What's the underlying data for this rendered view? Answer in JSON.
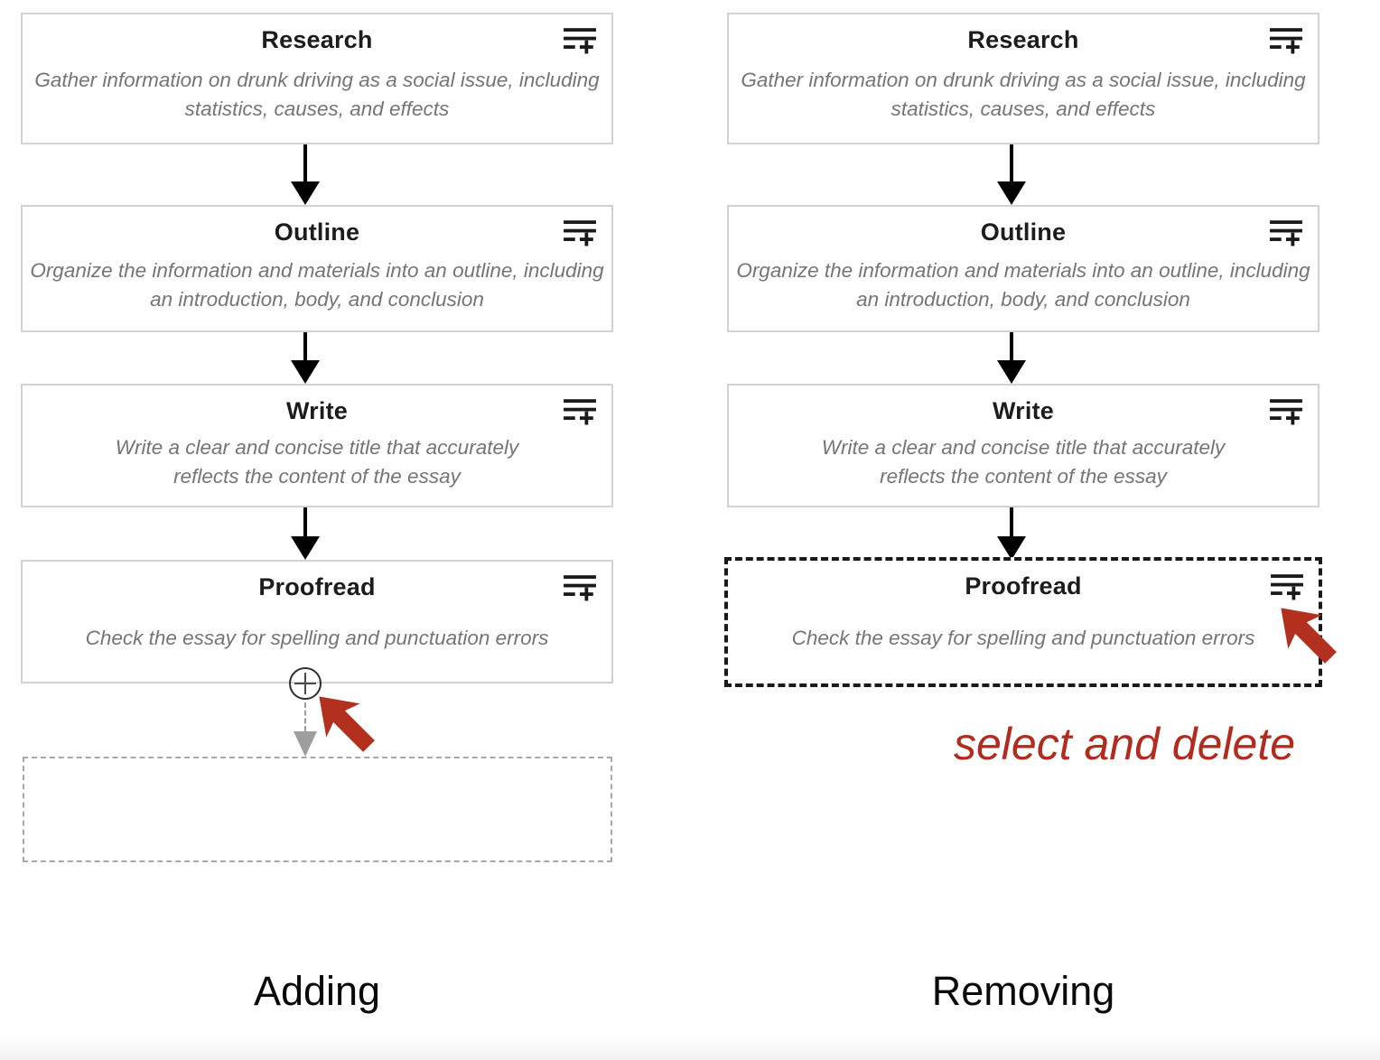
{
  "figure": {
    "panels": [
      {
        "caption": "Adding",
        "steps": [
          {
            "title": "Research",
            "description": "Gather information on drunk driving as a social issue, including statistics, causes, and effects"
          },
          {
            "title": "Outline",
            "description": "Organize the information and materials into an outline, including an introduction, body, and conclusion"
          },
          {
            "title": "Write",
            "description": "Write a clear and concise title that accurately reflects the content of the essay"
          },
          {
            "title": "Proofread",
            "description": "Check the essay for spelling and punctuation errors"
          }
        ]
      },
      {
        "caption": "Removing",
        "annotation": "select and delete",
        "steps": [
          {
            "title": "Research",
            "description": "Gather information on drunk driving as a social issue, including statistics, causes, and effects"
          },
          {
            "title": "Outline",
            "description": "Organize the information and materials into an outline, including an introduction, body, and conclusion"
          },
          {
            "title": "Write",
            "description": "Write a clear and concise title that accurately reflects the content of the essay"
          },
          {
            "title": "Proofread",
            "description": "Check the essay for spelling and punctuation errors"
          }
        ]
      }
    ]
  },
  "icons": {
    "step_action": "add-list-item-icon",
    "insert": "plus-circle-icon",
    "pointer": "red-cursor-pointer-icon"
  },
  "colors": {
    "accent_red": "#b32b1e",
    "box_border": "#d2d2d2",
    "selected_border": "#1a1a1a",
    "placeholder_border": "#a8a8a8",
    "connector_gray": "#9e9e9e",
    "title_text": "#1c1c1c",
    "description_text": "#757575"
  }
}
